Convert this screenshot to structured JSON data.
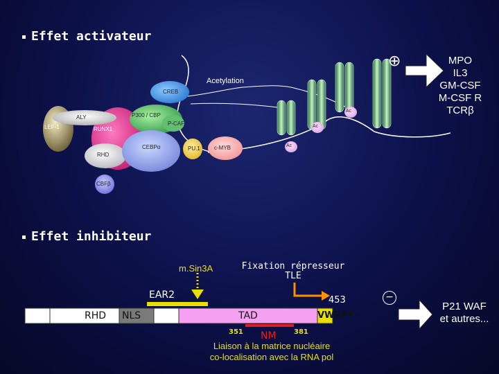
{
  "heading_activator": "Effet activateur",
  "heading_inhibitor": "Effet inhibiteur",
  "labels": {
    "acetylation": "Acetylation",
    "creb": "CREB",
    "p300": "P300 / CBP",
    "pcaf": "P-CAF",
    "aly": "ALY",
    "lef1": "LEF-1",
    "runx1": "RUNX1",
    "rhd_top": "RHD",
    "cebpa": "CEBPα",
    "pu1": "PU.1",
    "cmyb": "c-MYB",
    "cbfb": "CBFβ",
    "ac1": "Ac",
    "ac2": "Ac",
    "ac3": "Ac",
    "plus": "⊕",
    "minus": "−"
  },
  "targets_activator": [
    "MPO",
    "IL3",
    "GM-CSF",
    "M-CSF R",
    "TCRβ"
  ],
  "targets_inhibitor": [
    "P21 WAF",
    "et autres..."
  ],
  "inhibitor": {
    "msin3a": "m.Sin3A",
    "fixation_line1": "Fixation répresseur",
    "fixation_line2": "TLE",
    "ear2": "EAR2",
    "rhd": "RHD",
    "nls": "NLS",
    "tad": "TAD",
    "num453": "453",
    "vwrpy": "VWRPY",
    "num351": "351",
    "num381": "381",
    "nm": "NM",
    "liaison_line1": "Liaison à la matrice nucléaire",
    "liaison_line2": "co-localisation avec la RNA pol"
  },
  "colors": {
    "background": "#0c1048",
    "tad_bar": "#f5a0f0",
    "nls_box": "#7a7a7a",
    "vwrpy_box": "#e8e000",
    "runx1": "#e0308a",
    "p300": "#3fb060",
    "orange_arrow": "#ff9000",
    "nm_bar": "#e02020"
  }
}
